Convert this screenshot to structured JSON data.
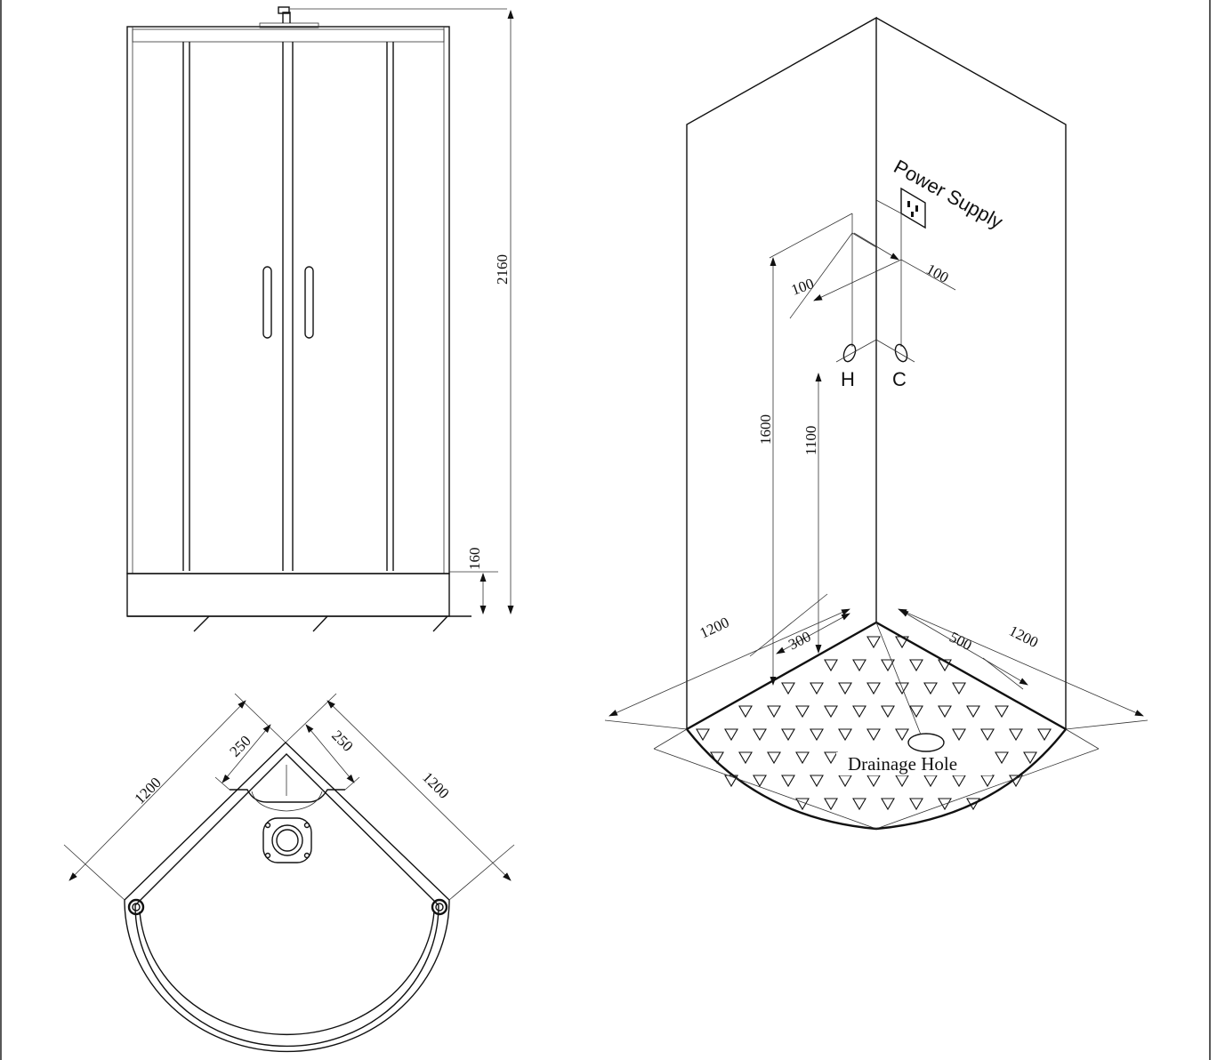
{
  "front_view": {
    "height_label": "2160",
    "tray_height_label": "160"
  },
  "plan_view": {
    "left_width_label": "1200",
    "right_width_label": "1200",
    "left_offset_label": "250",
    "right_offset_label": "250"
  },
  "iso_view": {
    "power_supply_label": "Power Supply",
    "left_offset_label": "100",
    "right_offset_label": "100",
    "hot_label": "H",
    "cold_label": "C",
    "power_height_label": "1600",
    "tap_height_label": "1100",
    "left_width_label": "1200",
    "right_width_label": "1200",
    "left_drain_offset_label": "300",
    "right_drain_offset_label": "500",
    "drainage_label": "Drainage Hole"
  }
}
